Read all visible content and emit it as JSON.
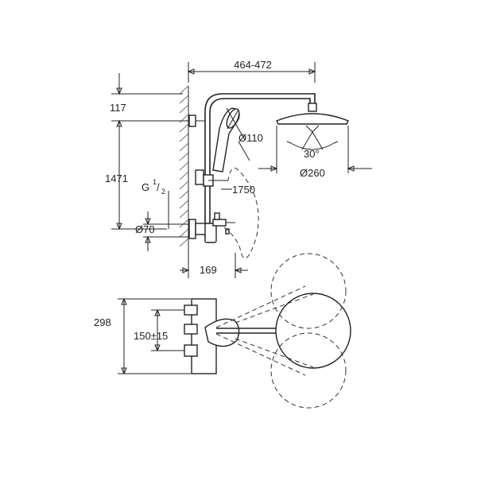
{
  "dimensions": {
    "width_range": "464-472",
    "top_offset": "117",
    "height": "1471",
    "hand_shower_dia": "Ø110",
    "angle": "30°",
    "head_shower_dia": "Ø260",
    "thread": "G",
    "thread_frac_num": "1",
    "thread_frac_den": "2",
    "hose_length": "1750",
    "valve_dia": "Ø70",
    "projection": "169",
    "plan_depth": "298",
    "centers": "150±15"
  }
}
